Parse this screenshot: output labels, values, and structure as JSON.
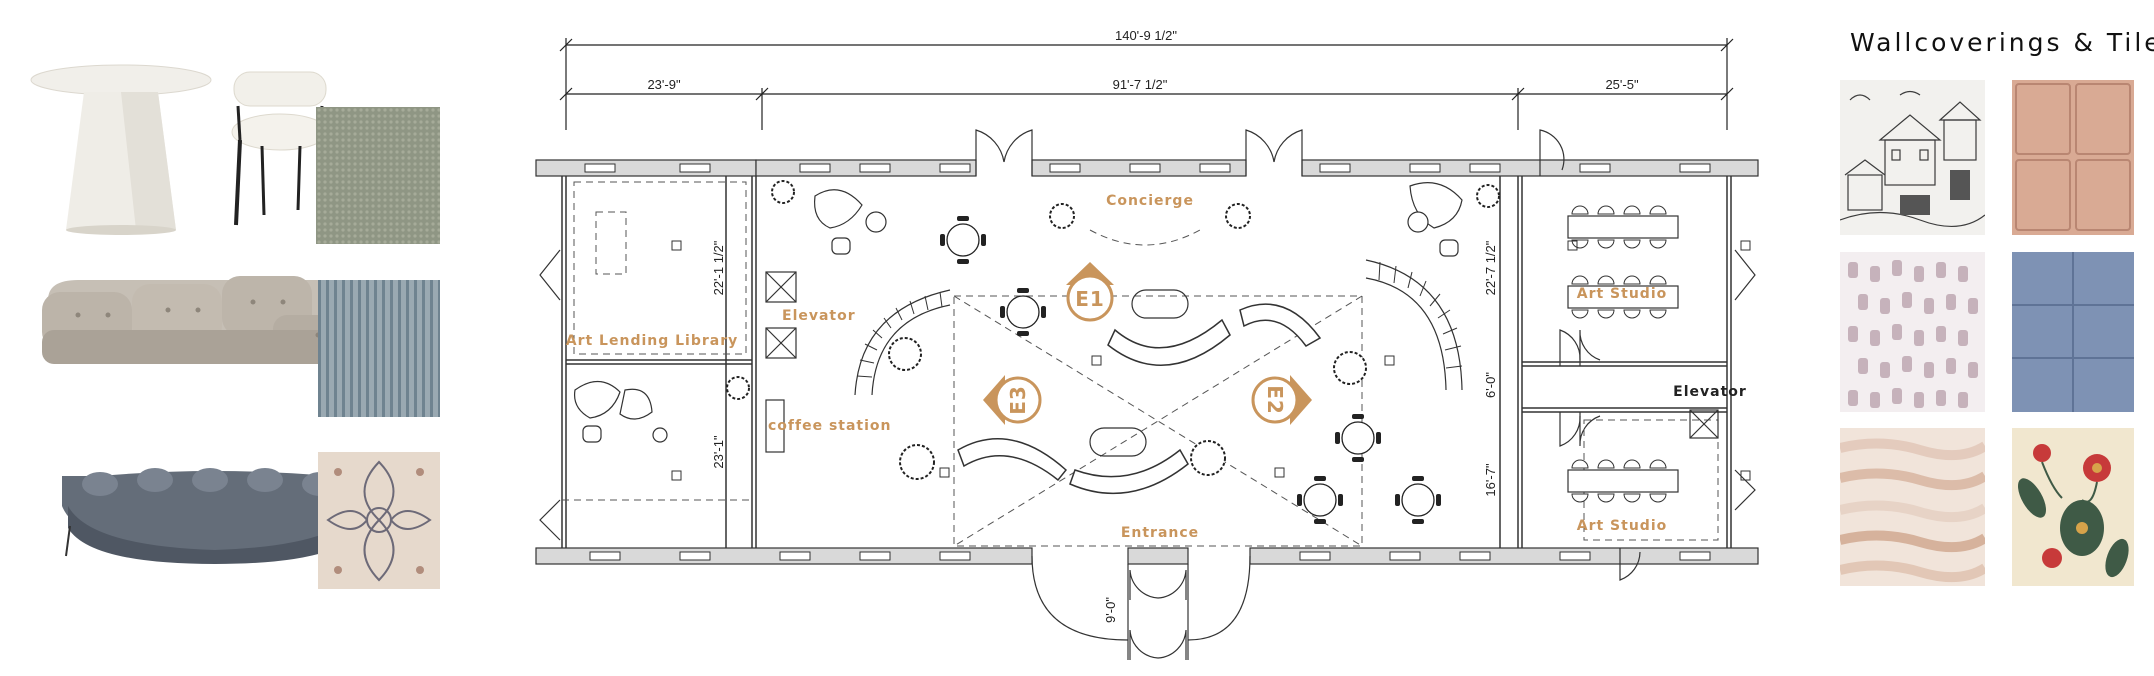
{
  "plan": {
    "dimensions": {
      "overall": "140'-9 1/2\"",
      "left_bay": "23'-9\"",
      "center_bay": "91'-7 1/2\"",
      "right_bay": "25'-5\"",
      "left_upper_height": "22'-1 1/2\"",
      "left_lower_height": "23'-1\"",
      "right_upper_height": "22'-7 1/2\"",
      "right_middle_height": "6'-0\"",
      "right_lower_height": "16'-7\"",
      "entrance_depth": "9'-0\""
    },
    "rooms": {
      "concierge": "Concierge",
      "art_lending_library": "Art Lending Library",
      "elevator_left": "Elevator",
      "coffee_station": "coffee station",
      "entrance": "Entrance",
      "art_studio_upper": "Art Studio",
      "art_studio_lower": "Art Studio",
      "elevator_right": "Elevator"
    },
    "elevation_markers": {
      "e1": "E1",
      "e2": "E2",
      "e3": "E3"
    },
    "accent_color": "#c9955c"
  },
  "materials": {
    "title": "Wallcoverings & Tile"
  },
  "furniture_images": [
    "pedestal-table",
    "boucle-dining-chair",
    "sage-textured-fabric",
    "modular-tufted-sofa",
    "blue-stripe-fabric",
    "curved-velvet-sectional",
    "damask-rug-fabric"
  ],
  "tile_swatches": [
    "toile-village-wallpaper",
    "terracotta-tile",
    "brushstroke-wallpaper",
    "blue-square-tile",
    "watercolor-wave-wallpaper",
    "botanical-floral-wallpaper"
  ]
}
